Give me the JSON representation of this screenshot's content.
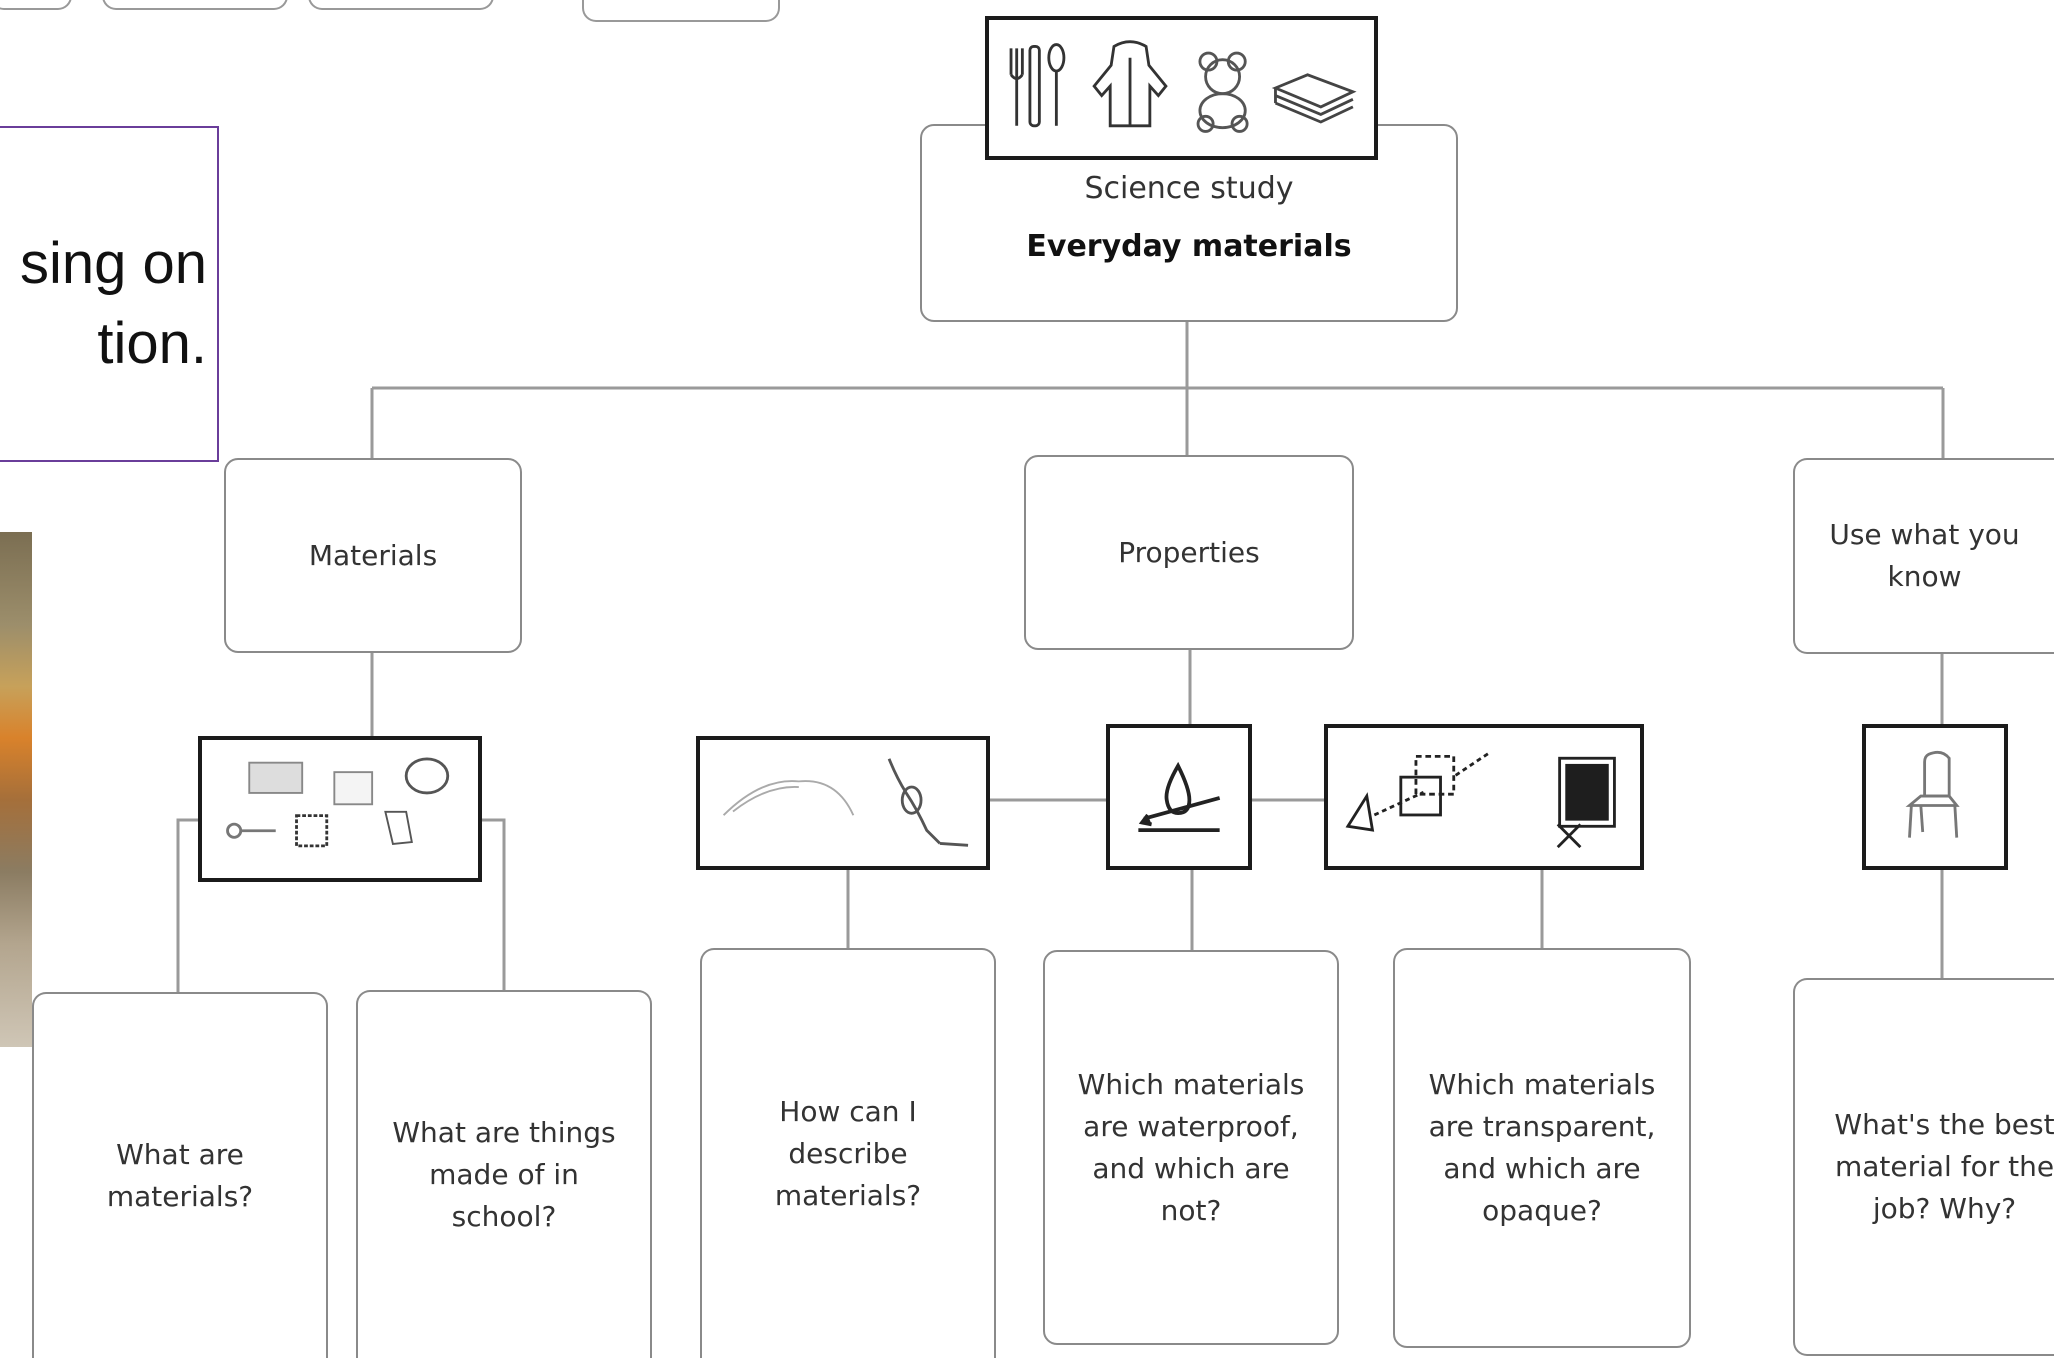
{
  "callout": {
    "line1": "sing on",
    "line2": "tion."
  },
  "root": {
    "title": "Science study",
    "subtitle": "Everyday materials"
  },
  "branches": [
    {
      "label": "Materials"
    },
    {
      "label": "Properties"
    },
    {
      "label": "Use what you know"
    }
  ],
  "questions": [
    {
      "text": "What are materials?"
    },
    {
      "text": "What are things made of in school?"
    },
    {
      "text": "How can I describe materials?"
    },
    {
      "text": "Which materials are waterproof, and which are not?"
    },
    {
      "text": "Which materials are transparent, and which are opaque?"
    },
    {
      "text": "What's the best material for the job? Why?"
    }
  ],
  "icons": {
    "root": [
      "cutlery-icon",
      "raincoat-icon",
      "teddy-bear-icon",
      "books-icon"
    ],
    "materials": [
      "fabric-icon",
      "glass-icon",
      "stone-icon",
      "key-icon",
      "cork-icon",
      "paper-icon"
    ],
    "describe": [
      "stretch-icon",
      "rope-knot-icon"
    ],
    "waterproof": [
      "water-drop-icon"
    ],
    "transparency": [
      "eye-icon",
      "light-through-icon",
      "opaque-square-icon"
    ],
    "use": [
      "chair-icon"
    ]
  },
  "colors": {
    "callout_border": "#6a3d9a",
    "node_border": "#8a8a8a",
    "icon_border": "#1b1b1b",
    "line": "#9a9a9a"
  }
}
